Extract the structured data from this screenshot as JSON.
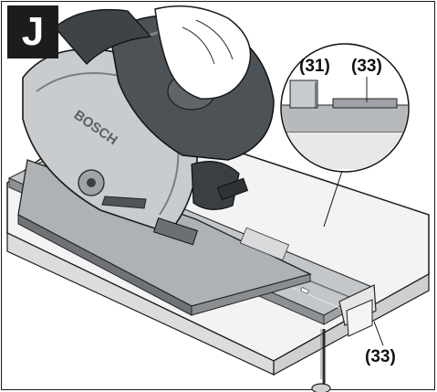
{
  "figure": {
    "label": "J",
    "callouts": {
      "part_31": "(31)",
      "part_33_detail": "(33)",
      "part_33_main": "(33)"
    },
    "brand_text": "BOSCH"
  },
  "colors": {
    "ink": "#1a1a1a",
    "rail": "#b9bcbf",
    "rail_dark": "#7d8286",
    "table": "#e9e9e9",
    "saw_body": "#4d5256",
    "badge_bg": "#1c1c1c"
  },
  "icons": [
    "circular-saw-illustration",
    "guide-rail-illustration",
    "clamp-illustration",
    "magnifier-detail"
  ]
}
